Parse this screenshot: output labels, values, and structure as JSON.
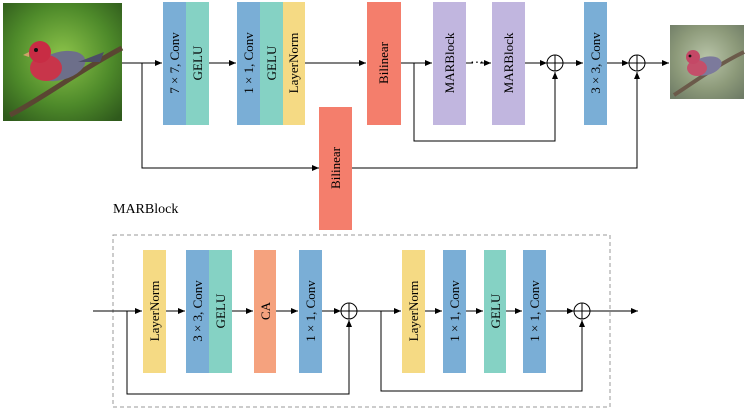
{
  "top": {
    "conv7": "7 × 7, Conv",
    "gelu1": "GELU",
    "conv1": "1 × 1, Conv",
    "gelu2": "GELU",
    "layernorm": "LayerNorm",
    "bilinear_main": "Bilinear",
    "marblock_a": "MARBlock",
    "ellipsis": "···",
    "marblock_b": "MARBlock",
    "conv3": "3 × 3, Conv",
    "bilinear_skip": "Bilinear"
  },
  "block": {
    "title": "MARBlock",
    "layernorm_a": "LayerNorm",
    "conv3": "3 × 3, Conv",
    "gelu_a": "GELU",
    "ca": "CA",
    "conv1_a": "1 × 1, Conv",
    "layernorm_b": "LayerNorm",
    "conv1_b": "1 × 1, Conv",
    "gelu_b": "GELU",
    "conv1_c": "1 × 1, Conv"
  },
  "images": {
    "input": "bird-photo",
    "output": "bird-output"
  },
  "colors": {
    "conv": "#7aaed6",
    "gelu": "#85d2c4",
    "layernorm": "#f5da84",
    "bilinear": "#f47e6c",
    "marblock": "#c1b6df",
    "ca": "#f5a27e",
    "line": "#000000",
    "dash": "#999999"
  }
}
